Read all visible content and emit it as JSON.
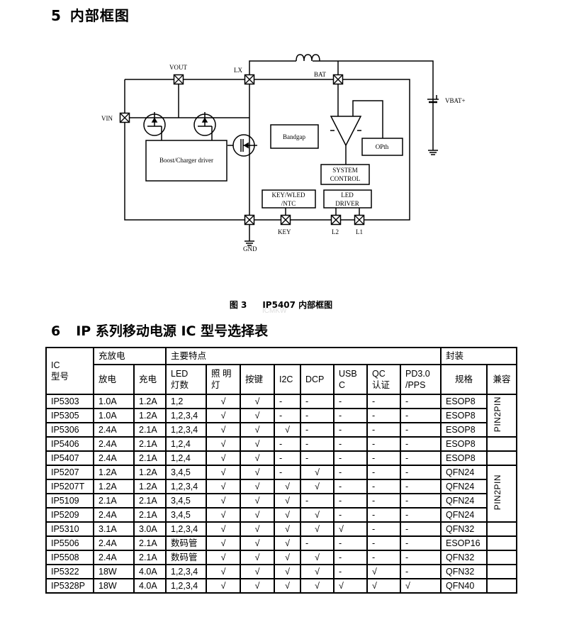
{
  "section5": {
    "number": "5",
    "title": "内部框图"
  },
  "diagram": {
    "pins": {
      "vin": "VIN",
      "vout": "VOUT",
      "lx": "LX",
      "bat": "BAT",
      "gnd": "GND",
      "key": "KEY",
      "l2": "L2",
      "l1": "L1",
      "vbat": "VBAT+"
    },
    "blocks": {
      "boost_driver": "Boost/Charger  driver",
      "bandgap": "Bandgap",
      "opth": "OPth",
      "system_control": [
        "SYSTEM",
        "CONTROL"
      ],
      "key_wled_ntc": [
        "KEY/WLED",
        "/NTC"
      ],
      "led_driver": [
        "LED",
        "DRIVER"
      ]
    }
  },
  "figure_caption": {
    "label": "图  3",
    "text": "IP5407 内部框图"
  },
  "watermark": "ICMKW",
  "section6": {
    "number": "6",
    "title": "IP 系列移动电源 IC 型号选择表"
  },
  "table": {
    "header_groups": {
      "ic_model": [
        "IC",
        "型号"
      ],
      "charge_discharge": "充放电",
      "main_features": "主要特点",
      "package": "封装"
    },
    "columns": {
      "discharge": "放电",
      "charge": "充电",
      "led_count": [
        "LED",
        "灯数"
      ],
      "lighting": [
        "照 明",
        "灯"
      ],
      "key": "按键",
      "i2c": "I2C",
      "dcp": "DCP",
      "usb_c": [
        "USB",
        "C"
      ],
      "qc": [
        "QC",
        "认证"
      ],
      "pd": [
        "PD3.0",
        "/PPS"
      ],
      "spec": "规格",
      "compat": "兼容"
    },
    "compat_groups": [
      "PIN2PIN",
      "PIN2PIN"
    ],
    "rows": [
      {
        "model": "IP5303",
        "discharge": "1.0A",
        "charge": "1.2A",
        "led": "1,2",
        "light": "√",
        "key": "√",
        "i2c": "-",
        "dcp": "-",
        "usbc": "-",
        "qc": "-",
        "pd": "-",
        "pkg": "ESOP8"
      },
      {
        "model": "IP5305",
        "discharge": "1.0A",
        "charge": "1.2A",
        "led": "1,2,3,4",
        "light": "√",
        "key": "√",
        "i2c": "-",
        "dcp": "-",
        "usbc": "-",
        "qc": "-",
        "pd": "-",
        "pkg": "ESOP8"
      },
      {
        "model": "IP5306",
        "discharge": "2.4A",
        "charge": "2.1A",
        "led": "1,2,3,4",
        "light": "√",
        "key": "√",
        "i2c": "√",
        "dcp": "-",
        "usbc": "-",
        "qc": "-",
        "pd": "-",
        "pkg": "ESOP8"
      },
      {
        "model": "IP5406",
        "discharge": "2.4A",
        "charge": "2.1A",
        "led": "1,2,4",
        "light": "√",
        "key": "√",
        "i2c": "-",
        "dcp": "-",
        "usbc": "-",
        "qc": "-",
        "pd": "-",
        "pkg": "ESOP8"
      },
      {
        "model": "IP5407",
        "discharge": "2.4A",
        "charge": "2.1A",
        "led": "1,2,4",
        "light": "√",
        "key": "√",
        "i2c": "-",
        "dcp": "-",
        "usbc": "-",
        "qc": "-",
        "pd": "-",
        "pkg": "ESOP8"
      },
      {
        "model": "IP5207",
        "discharge": "1.2A",
        "charge": "1.2A",
        "led": "3,4,5",
        "light": "√",
        "key": "√",
        "i2c": "-",
        "dcp": "√",
        "usbc": "-",
        "qc": "-",
        "pd": "-",
        "pkg": "QFN24"
      },
      {
        "model": "IP5207T",
        "discharge": "1.2A",
        "charge": "1.2A",
        "led": "1,2,3,4",
        "light": "√",
        "key": "√",
        "i2c": "√",
        "dcp": "√",
        "usbc": "-",
        "qc": "-",
        "pd": "-",
        "pkg": "QFN24"
      },
      {
        "model": "IP5109",
        "discharge": "2.1A",
        "charge": "2.1A",
        "led": "3,4,5",
        "light": "√",
        "key": "√",
        "i2c": "√",
        "dcp": "-",
        "usbc": "-",
        "qc": "-",
        "pd": "-",
        "pkg": "QFN24"
      },
      {
        "model": "IP5209",
        "discharge": "2.4A",
        "charge": "2.1A",
        "led": "3,4,5",
        "light": "√",
        "key": "√",
        "i2c": "√",
        "dcp": "√",
        "usbc": "-",
        "qc": "-",
        "pd": "-",
        "pkg": "QFN24"
      },
      {
        "model": "IP5310",
        "discharge": "3.1A",
        "charge": "3.0A",
        "led": "1,2,3,4",
        "light": "√",
        "key": "√",
        "i2c": "√",
        "dcp": "√",
        "usbc": "√",
        "qc": "-",
        "pd": "-",
        "pkg": "QFN32"
      },
      {
        "model": "IP5506",
        "discharge": "2.4A",
        "charge": "2.1A",
        "led": "数码管",
        "light": "√",
        "key": "√",
        "i2c": "√",
        "dcp": "-",
        "usbc": "-",
        "qc": "-",
        "pd": "-",
        "pkg": "ESOP16"
      },
      {
        "model": "IP5508",
        "discharge": "2.4A",
        "charge": "2.1A",
        "led": "数码管",
        "light": "√",
        "key": "√",
        "i2c": "√",
        "dcp": "√",
        "usbc": "-",
        "qc": "-",
        "pd": "-",
        "pkg": "QFN32"
      },
      {
        "model": "IP5322",
        "discharge": "18W",
        "charge": "4.0A",
        "led": "1,2,3,4",
        "light": "√",
        "key": "√",
        "i2c": "√",
        "dcp": "√",
        "usbc": "-",
        "qc": "√",
        "pd": "-",
        "pkg": "QFN32"
      },
      {
        "model": "IP5328P",
        "discharge": "18W",
        "charge": "4.0A",
        "led": "1,2,3,4",
        "light": "√",
        "key": "√",
        "i2c": "√",
        "dcp": "√",
        "usbc": "√",
        "qc": "√",
        "pd": "√",
        "pkg": "QFN40"
      }
    ]
  }
}
